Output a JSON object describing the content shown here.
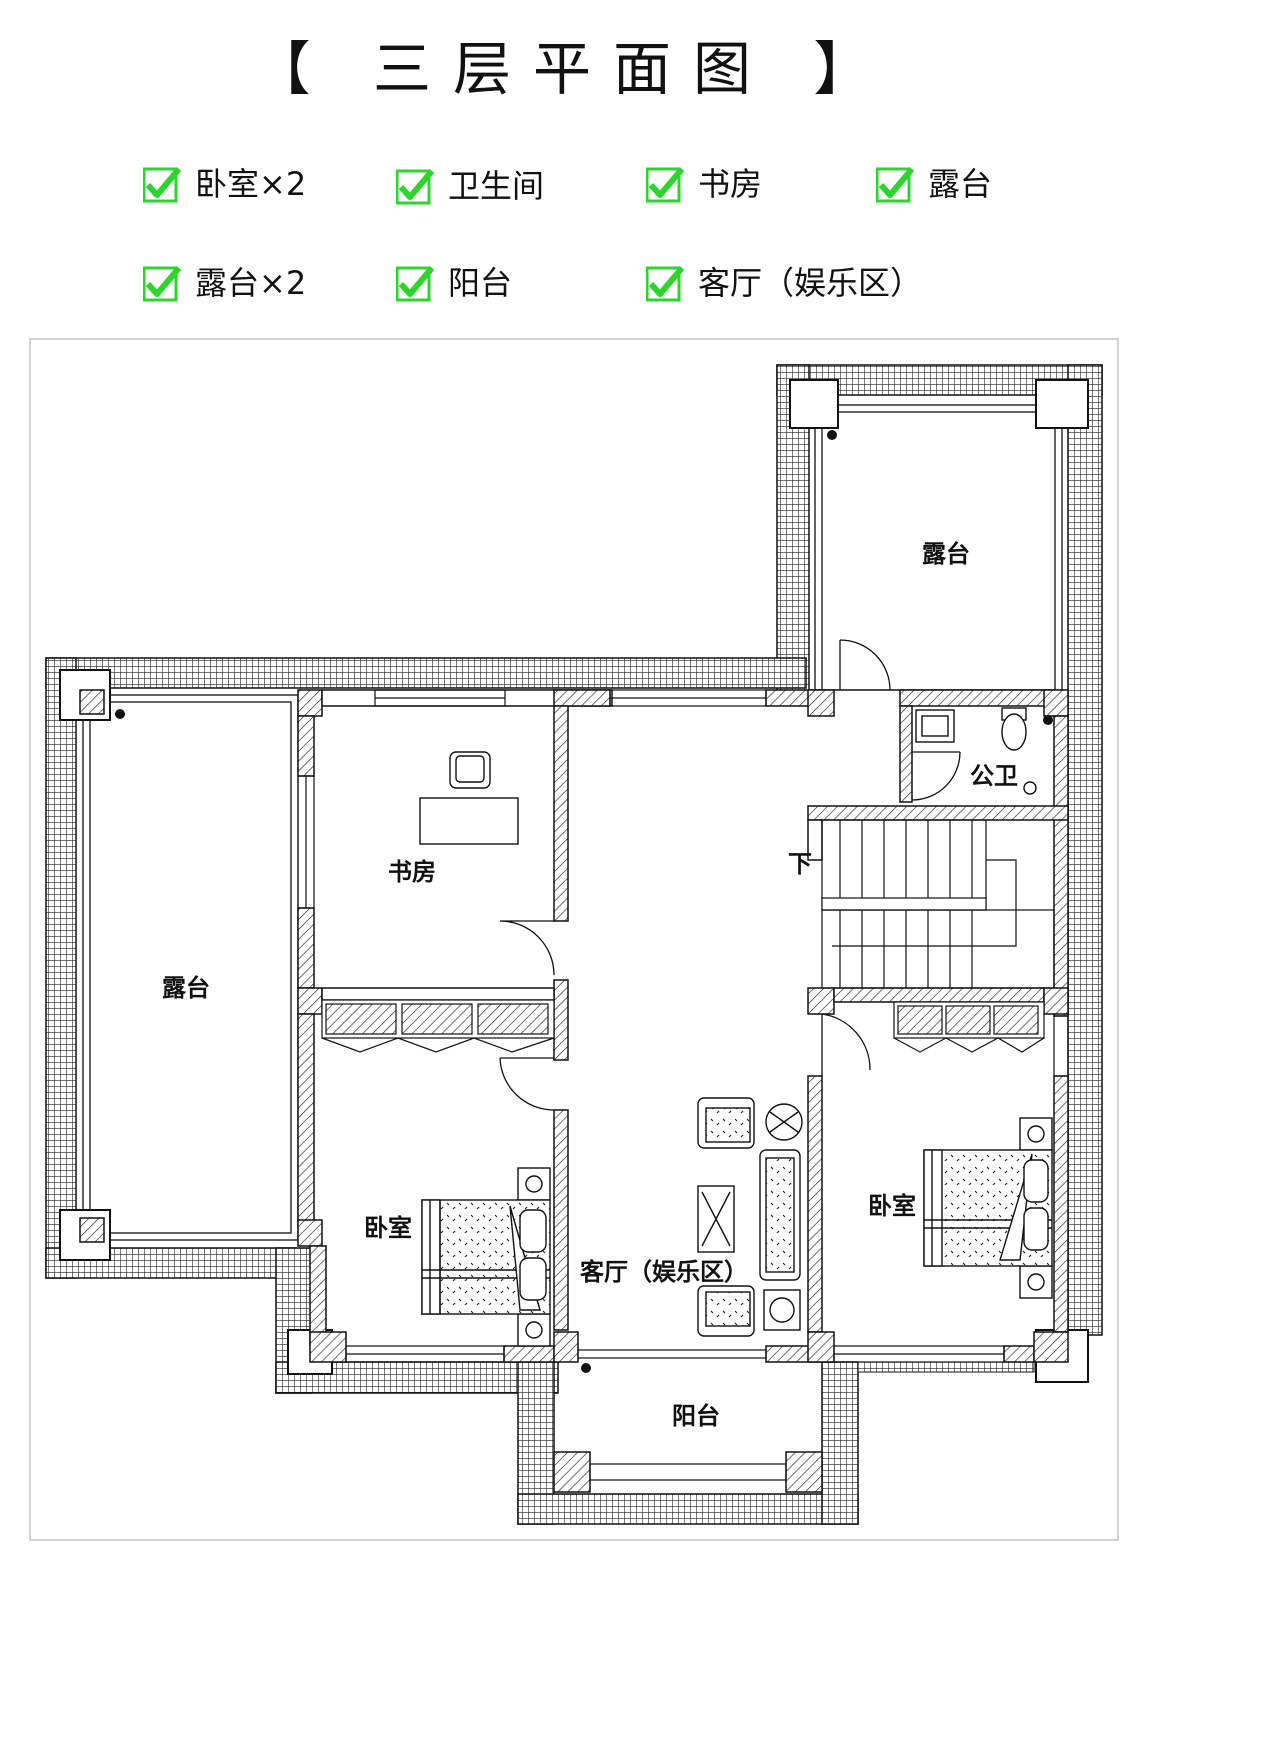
{
  "title": "【 三层平面图 】",
  "features": [
    {
      "label": "卧室×2"
    },
    {
      "label": "卫生间"
    },
    {
      "label": "书房"
    },
    {
      "label": "露台"
    },
    {
      "label": "露台×2"
    },
    {
      "label": "阳台"
    },
    {
      "label": "客厅（娱乐区）"
    }
  ],
  "checkbox_color": "#2bd52b",
  "rooms": {
    "terrace_top": "露台",
    "terrace_left": "露台",
    "study": "书房",
    "bathroom": "公卫",
    "stair_down": "下",
    "bedroom_left": "卧室",
    "bedroom_right": "卧室",
    "living": "客厅（娱乐区）",
    "balcony": "阳台"
  }
}
